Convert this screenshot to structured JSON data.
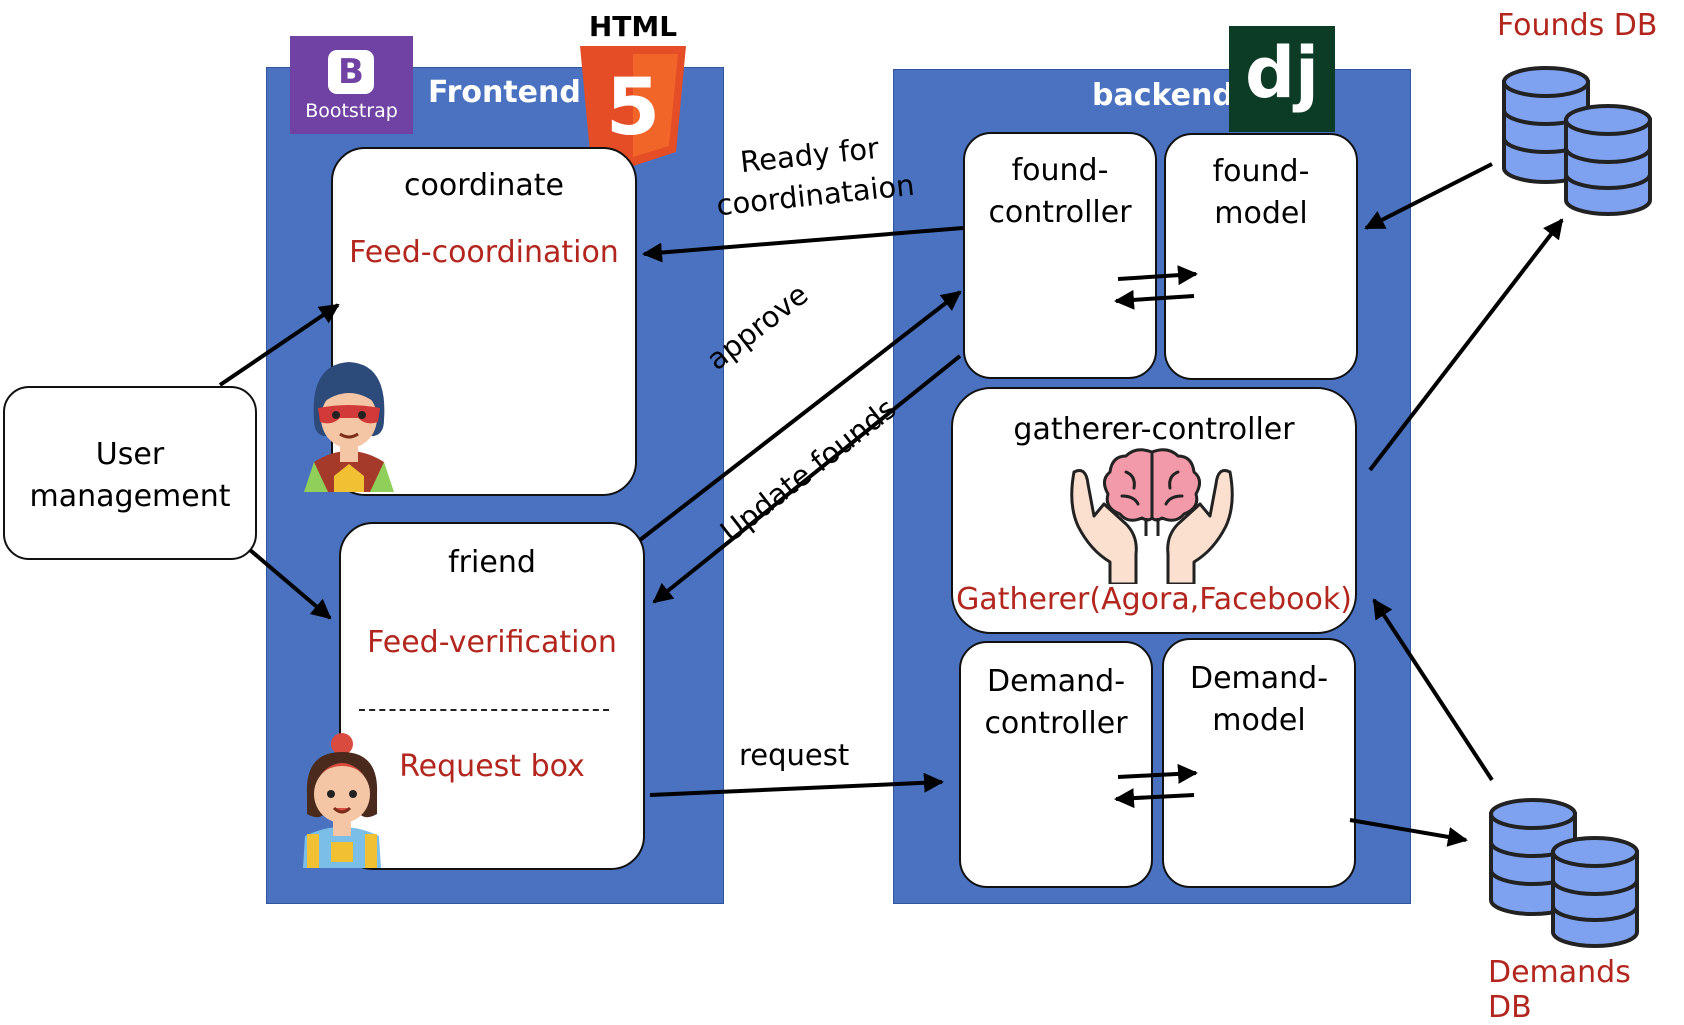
{
  "frontend": {
    "title": "Frontend",
    "bootstrap_logo": {
      "letter": "B",
      "text": "Bootstrap"
    },
    "html5_logo": {
      "text": "HTML",
      "number": "5"
    },
    "coordinate": {
      "title": "coordinate",
      "feature": "Feed-coordination"
    },
    "friend": {
      "title": "friend",
      "feature": "Feed-verification",
      "feature2": "Request box"
    }
  },
  "user_management": {
    "line1": "User",
    "line2": "management"
  },
  "backend": {
    "title": "backend",
    "django_logo": {
      "text": "dj"
    },
    "found_controller": {
      "line1": "found-",
      "line2": "controller"
    },
    "found_model": {
      "line1": "found-",
      "line2": "model"
    },
    "gatherer": {
      "title": "gatherer-controller",
      "subtitle": "Gatherer(Agora,Facebook)"
    },
    "demand_controller": {
      "line1": "Demand-",
      "line2": "controller"
    },
    "demand_model": {
      "line1": "Demand-",
      "line2": "model"
    }
  },
  "databases": {
    "founds": "Founds DB",
    "demands": "Demands DB"
  },
  "edges": {
    "ready": {
      "line1": "Ready for",
      "line2": "coordinataion"
    },
    "approve": "approve",
    "update": "Update founds",
    "request": "request"
  },
  "colors": {
    "panel": "#4a72c0",
    "label_red": "#b3261e",
    "bootstrap": "#6f42a3",
    "html5": "#e44d26",
    "django": "#0c3c26",
    "db": "#7fa2f0"
  }
}
